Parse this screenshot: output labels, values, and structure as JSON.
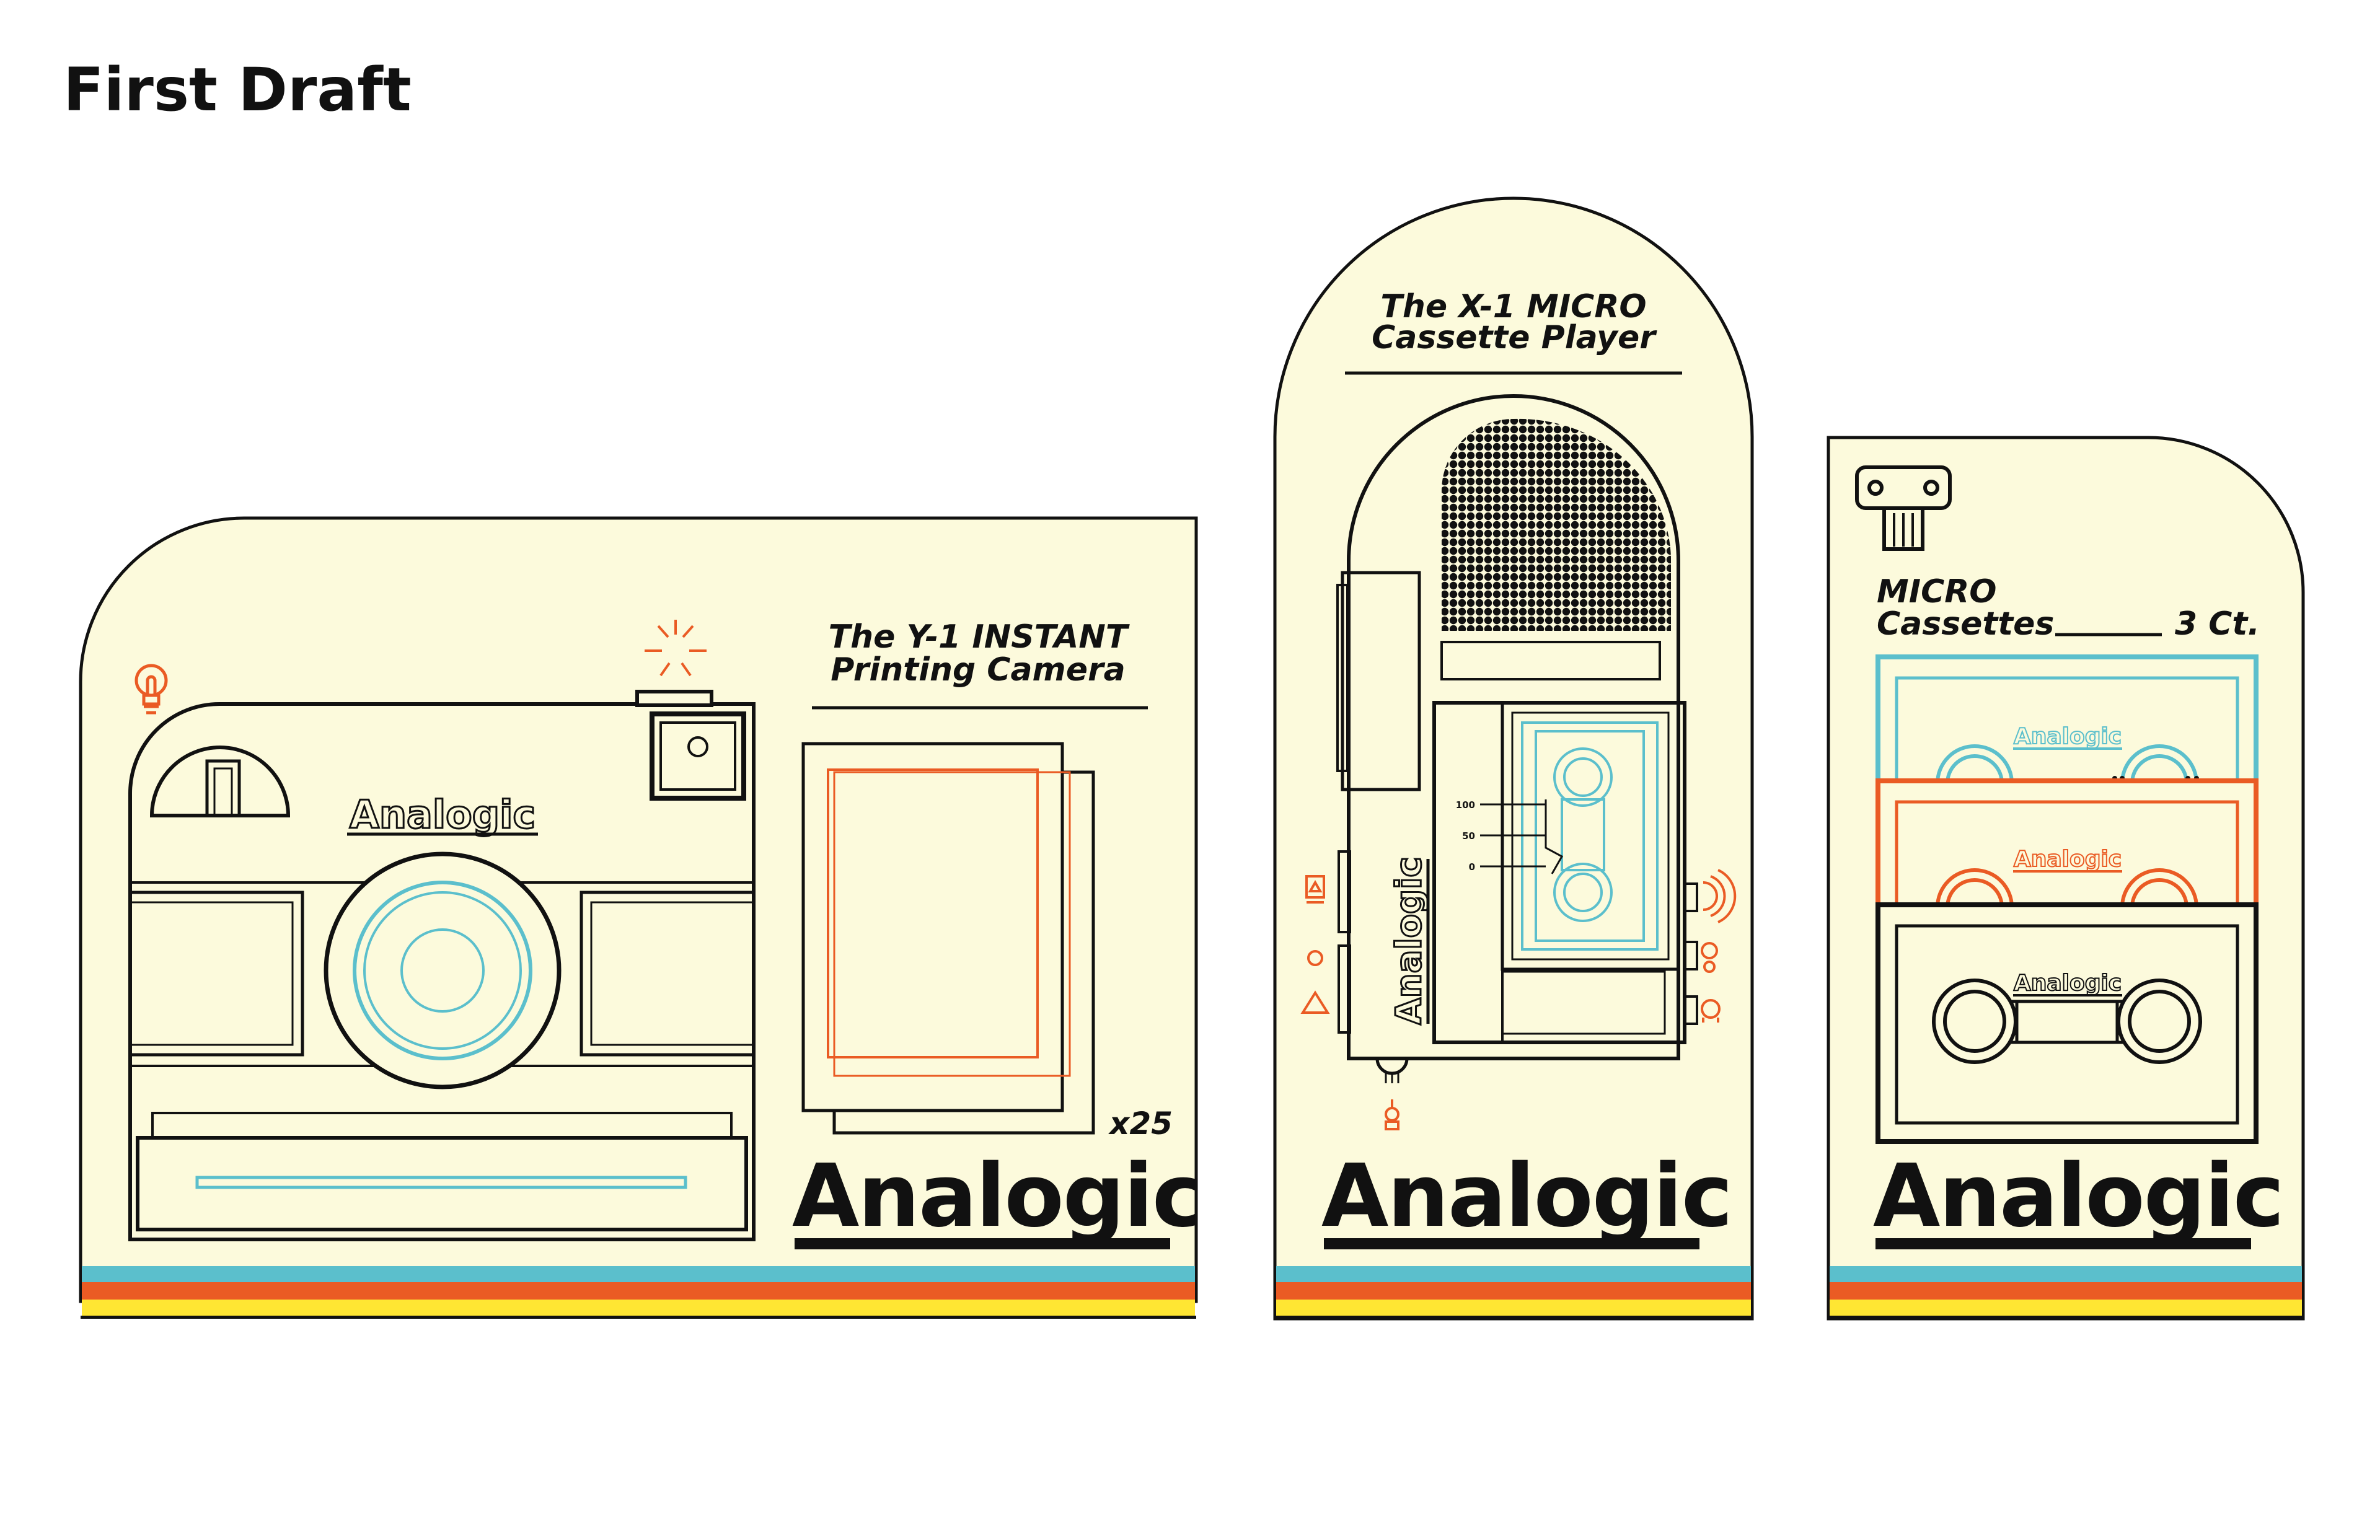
{
  "page": {
    "title": "First Draft"
  },
  "brand": {
    "name": "Analogic"
  },
  "camera_box": {
    "title_line1": "The Y-1 INSTANT",
    "title_line2": "Printing Camera",
    "count": "x25",
    "logo": "Analogic",
    "camera_badge": "Analogic",
    "icons": [
      "lightbulb-icon",
      "flash-burst-icon"
    ]
  },
  "player_box": {
    "title_line1": "The X-1 MICRO",
    "title_line2": "Cassette Player",
    "logo": "Analogic",
    "side_badge": "Analogic",
    "level_marks": [
      "100",
      "50",
      "0"
    ],
    "icons": [
      "record-icon",
      "circle-button-icon",
      "triangle-button-icon",
      "speaker-wave-icon",
      "headphone-icon"
    ]
  },
  "cassette_box": {
    "title_line1": "MICRO",
    "title_line2": "Cassettes",
    "count": "3 Ct.",
    "logo": "Analogic",
    "tape_label": "Analogic",
    "icons": [
      "hanger-tab-icon"
    ]
  },
  "colors": {
    "cream": "#fcfadc",
    "ink": "#111111",
    "teal": "#5bbfcc",
    "orange": "#ea5b24",
    "red": "#e3452a",
    "yellow": "#ffe633"
  }
}
